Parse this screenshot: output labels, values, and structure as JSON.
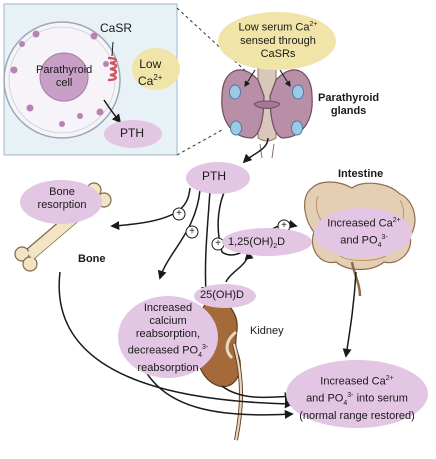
{
  "inset": {
    "casr_label": "CaSR",
    "cell_label_line1": "Parathyroid",
    "cell_label_line2": "cell",
    "low_ca_line1": "Low",
    "low_ca_line2_base": "Ca",
    "low_ca_line2_sup": "2+",
    "pth_label": "PTH"
  },
  "sensing": {
    "line1_base": "Low serum Ca",
    "line1_sup": "2+",
    "line2": "sensed through",
    "line3": "CaSRs"
  },
  "glands_label_line1": "Parathyroid",
  "glands_label_line2": "glands",
  "pth_center_label": "PTH",
  "bone_resorption_line1": "Bone",
  "bone_resorption_line2": "resorption",
  "bone_label": "Bone",
  "intestine_label": "Intestine",
  "intestine_effect": {
    "line1_base": "Increased Ca",
    "line1_sup": "2+",
    "line2_base": "and PO",
    "line2_sub": "4",
    "line2_sup": "3-"
  },
  "calcitriol": {
    "prefix": "1,25(OH)",
    "sub": "2",
    "suffix": "D"
  },
  "calcidiol_label": "25(OH)D",
  "kidney_label": "Kidney",
  "renal_effect": {
    "line1": "Increased",
    "line2": "calcium",
    "line3": "reabsorption,",
    "line4_base": "decreased PO",
    "line4_sub": "4",
    "line4_sup": "3-",
    "line5": "reabsorption"
  },
  "serum_outcome": {
    "line1_base": "Increased Ca",
    "line1_sup": "2+",
    "line2_base": "and PO",
    "line2_sub": "4",
    "line2_sup": "3-",
    "line2_suffix": " into serum",
    "line3": "(normal range restored)"
  },
  "plus_sign": "+",
  "colors": {
    "highlight_purple": "#e3c6e3",
    "highlight_yellow": "#f0e4a8",
    "gland_tissue": "#b98fa8",
    "gland_nodule": "#9cc9e6",
    "kidney": "#a46a3a",
    "intestine": "#e4cfb4",
    "bone": "#f3e4c4",
    "arrow": "#1a1a1a"
  },
  "icons": [
    "parathyroid-cell-icon",
    "casr-receptor-icon",
    "thyroid-gland-icon",
    "bone-icon",
    "kidney-icon",
    "intestine-icon"
  ]
}
